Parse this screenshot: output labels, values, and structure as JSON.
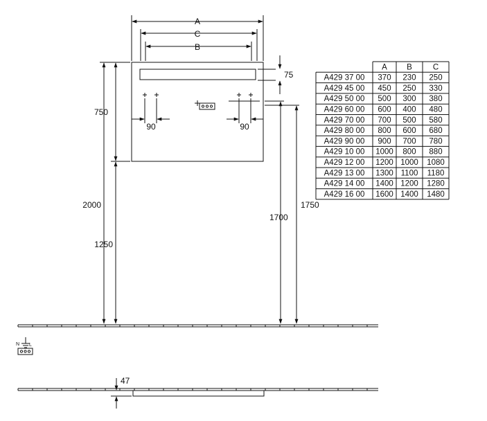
{
  "dimensions": {
    "overall_width": "A",
    "mid_width": "C",
    "inner_width": "B",
    "light_height": "75",
    "cabinet_height": "750",
    "socket_offset_left": "90",
    "socket_offset_right": "90",
    "top_height": "2000",
    "bottom_height": "1250",
    "right_height_outer": "1750",
    "right_height_inner": "1700",
    "depth": "47"
  },
  "table": {
    "headers": [
      "",
      "A",
      "B",
      "C"
    ],
    "rows": [
      [
        "A429 37 00",
        "370",
        "230",
        "250"
      ],
      [
        "A429 45 00",
        "450",
        "250",
        "330"
      ],
      [
        "A429 50 00",
        "500",
        "300",
        "380"
      ],
      [
        "A429 60 00",
        "600",
        "400",
        "480"
      ],
      [
        "A429 70 00",
        "700",
        "500",
        "580"
      ],
      [
        "A429 80 00",
        "800",
        "600",
        "680"
      ],
      [
        "A429 90 00",
        "900",
        "700",
        "780"
      ],
      [
        "A429 10 00",
        "1000",
        "800",
        "880"
      ],
      [
        "A429 12 00",
        "1200",
        "1000",
        "1080"
      ],
      [
        "A429 13 00",
        "1300",
        "1100",
        "1180"
      ],
      [
        "A429 14 00",
        "1400",
        "1200",
        "1280"
      ],
      [
        "A429 16 00",
        "1600",
        "1400",
        "1480"
      ]
    ]
  },
  "icons": {
    "socket": "electrical-socket-icon",
    "ground": "ground-terminal-icon"
  },
  "colors": {
    "line": "#111111",
    "background": "#ffffff"
  }
}
